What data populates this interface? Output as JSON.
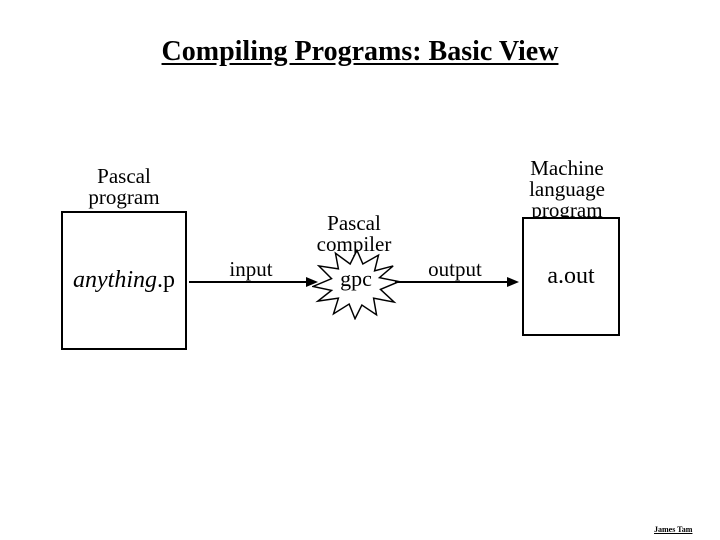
{
  "title": "Compiling Programs: Basic View",
  "diagram": {
    "source_label": "Pascal\nprogram",
    "source_box": {
      "file_name_italic": "anything",
      "file_name_suffix": ".p"
    },
    "input_arrow_label": "input",
    "compiler_label": "Pascal\ncompiler",
    "compiler_burst_text": "gpc",
    "output_arrow_label": "output",
    "target_label": "Machine\nlanguage\nprogram",
    "target_box": {
      "file_name": "a.out"
    }
  },
  "footer": {
    "author": "James Tam"
  },
  "colors": {
    "background": "#ffffff",
    "ink": "#000000"
  }
}
